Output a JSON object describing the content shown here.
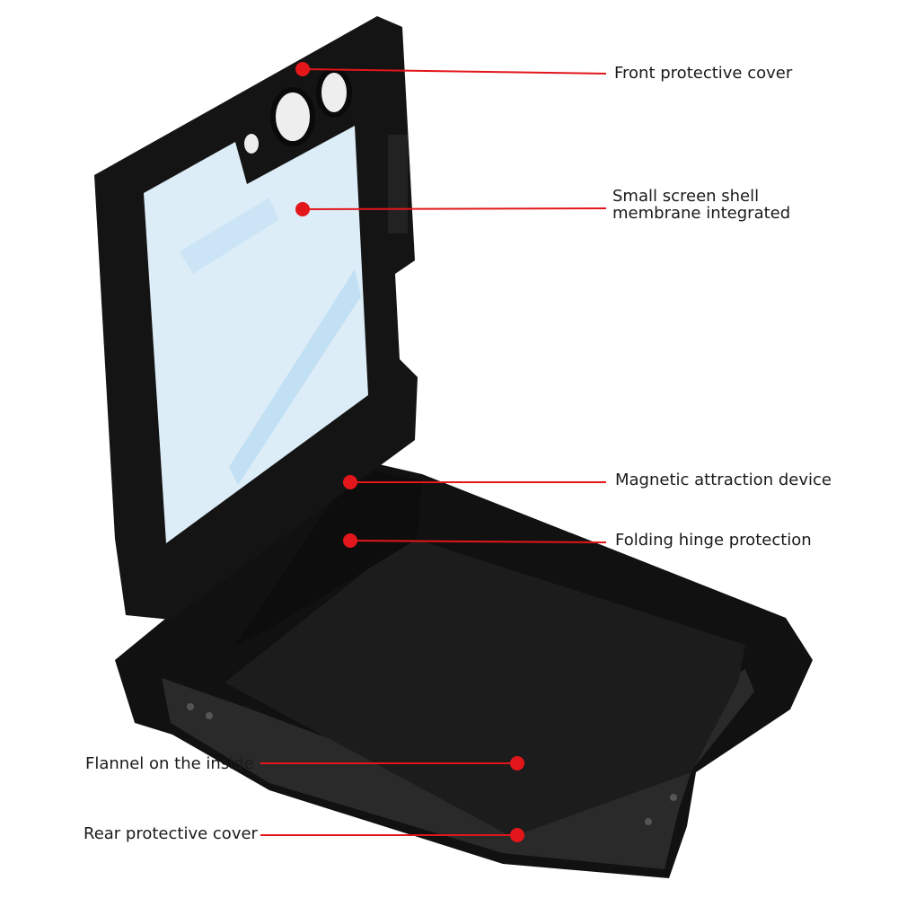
{
  "annotations": [
    {
      "id": "front",
      "text": "Front protective cover"
    },
    {
      "id": "screen",
      "line1": "Small screen shell",
      "line2": "membrane integrated"
    },
    {
      "id": "magnetic",
      "text": "Magnetic attraction device"
    },
    {
      "id": "hinge",
      "text": "Folding hinge protection"
    },
    {
      "id": "flannel",
      "text": "Flannel on the inside"
    },
    {
      "id": "rear",
      "text": "Rear protective cover"
    }
  ],
  "colors": {
    "accent": "#e3161b",
    "case": "#151515",
    "glass": "#d9ecf8",
    "background": "#ffffff"
  }
}
